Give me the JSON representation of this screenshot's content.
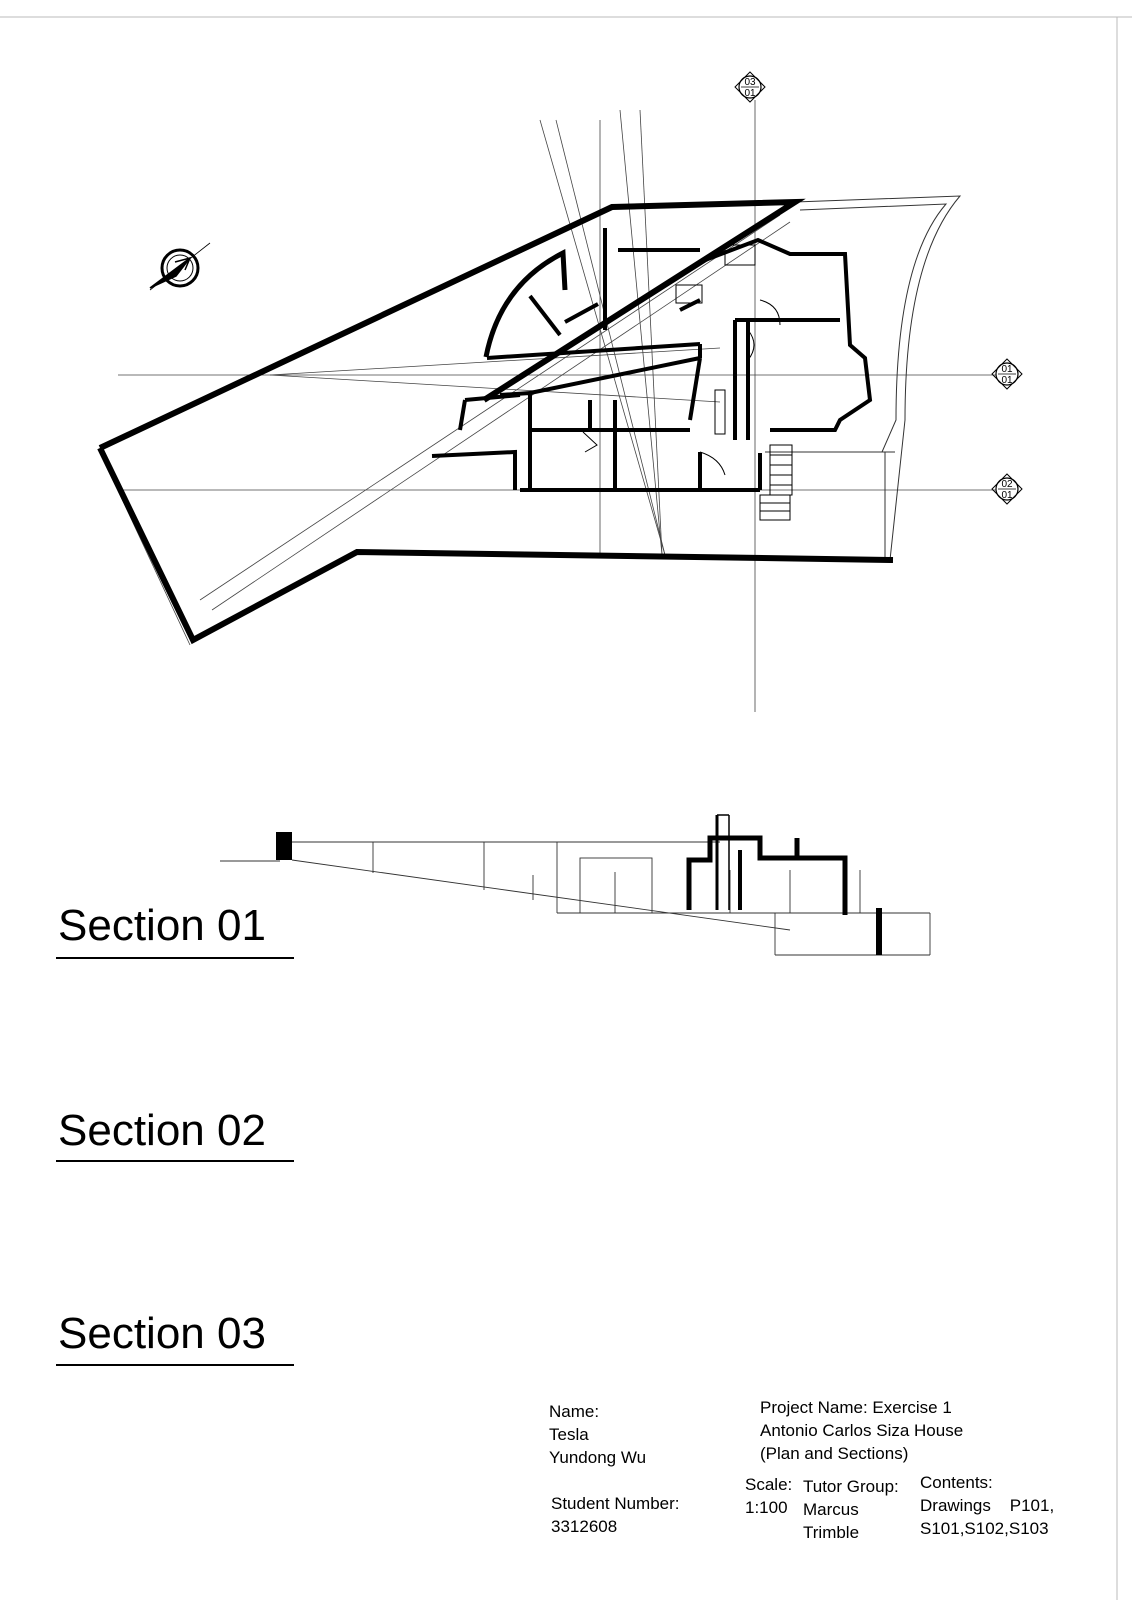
{
  "plan": {
    "grid_markers": [
      {
        "top": "03",
        "bottom": "01"
      },
      {
        "top": "01",
        "bottom": "01"
      },
      {
        "top": "02",
        "bottom": "01"
      }
    ]
  },
  "sections": [
    {
      "label": "Section 01"
    },
    {
      "label": "Section 02"
    },
    {
      "label": "Section 03"
    }
  ],
  "title_block": {
    "name_heading": "Name:",
    "name_lines": [
      "Tesla",
      "Yundong Wu"
    ],
    "student_number_heading": "Student Number:",
    "student_number": "3312608",
    "project_lines": [
      "Project Name:  Exercise 1",
      "Antonio Carlos Siza House",
      "(Plan and Sections)"
    ],
    "scale_heading": "Scale:",
    "scale_value": "1:100",
    "tutor_heading": "Tutor Group:",
    "tutor_lines": [
      "Marcus",
      "Trimble"
    ],
    "contents_heading": "Contents:",
    "contents_lines": [
      "Drawings    P101,",
      "S101,S102,S103"
    ]
  }
}
